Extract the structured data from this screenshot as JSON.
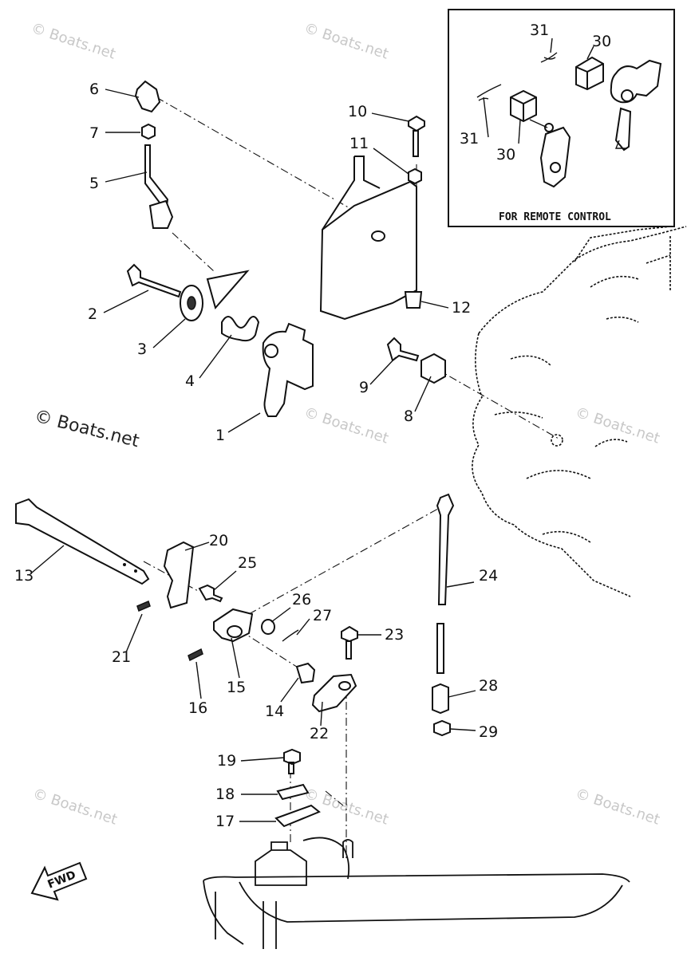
{
  "diagram": {
    "inset_caption": "FOR REMOTE CONTROL",
    "fwd_label": "FWD",
    "watermark_text": "© Boats.net",
    "callouts": [
      {
        "id": "c1",
        "label": "1"
      },
      {
        "id": "c2",
        "label": "2"
      },
      {
        "id": "c3",
        "label": "3"
      },
      {
        "id": "c4",
        "label": "4"
      },
      {
        "id": "c5",
        "label": "5"
      },
      {
        "id": "c6",
        "label": "6"
      },
      {
        "id": "c7",
        "label": "7"
      },
      {
        "id": "c8",
        "label": "8"
      },
      {
        "id": "c9",
        "label": "9"
      },
      {
        "id": "c10",
        "label": "10"
      },
      {
        "id": "c11",
        "label": "11"
      },
      {
        "id": "c12",
        "label": "12"
      },
      {
        "id": "c13",
        "label": "13"
      },
      {
        "id": "c14",
        "label": "14"
      },
      {
        "id": "c15",
        "label": "15"
      },
      {
        "id": "c16",
        "label": "16"
      },
      {
        "id": "c17",
        "label": "17"
      },
      {
        "id": "c18",
        "label": "18"
      },
      {
        "id": "c19",
        "label": "19"
      },
      {
        "id": "c20",
        "label": "20"
      },
      {
        "id": "c21",
        "label": "21"
      },
      {
        "id": "c22",
        "label": "22"
      },
      {
        "id": "c23",
        "label": "23"
      },
      {
        "id": "c24",
        "label": "24"
      },
      {
        "id": "c25",
        "label": "25"
      },
      {
        "id": "c26",
        "label": "26"
      },
      {
        "id": "c27",
        "label": "27"
      },
      {
        "id": "c28",
        "label": "28"
      },
      {
        "id": "c29",
        "label": "29"
      },
      {
        "id": "c30a",
        "label": "30"
      },
      {
        "id": "c30b",
        "label": "30"
      },
      {
        "id": "c31a",
        "label": "31"
      },
      {
        "id": "c31b",
        "label": "31"
      }
    ]
  }
}
